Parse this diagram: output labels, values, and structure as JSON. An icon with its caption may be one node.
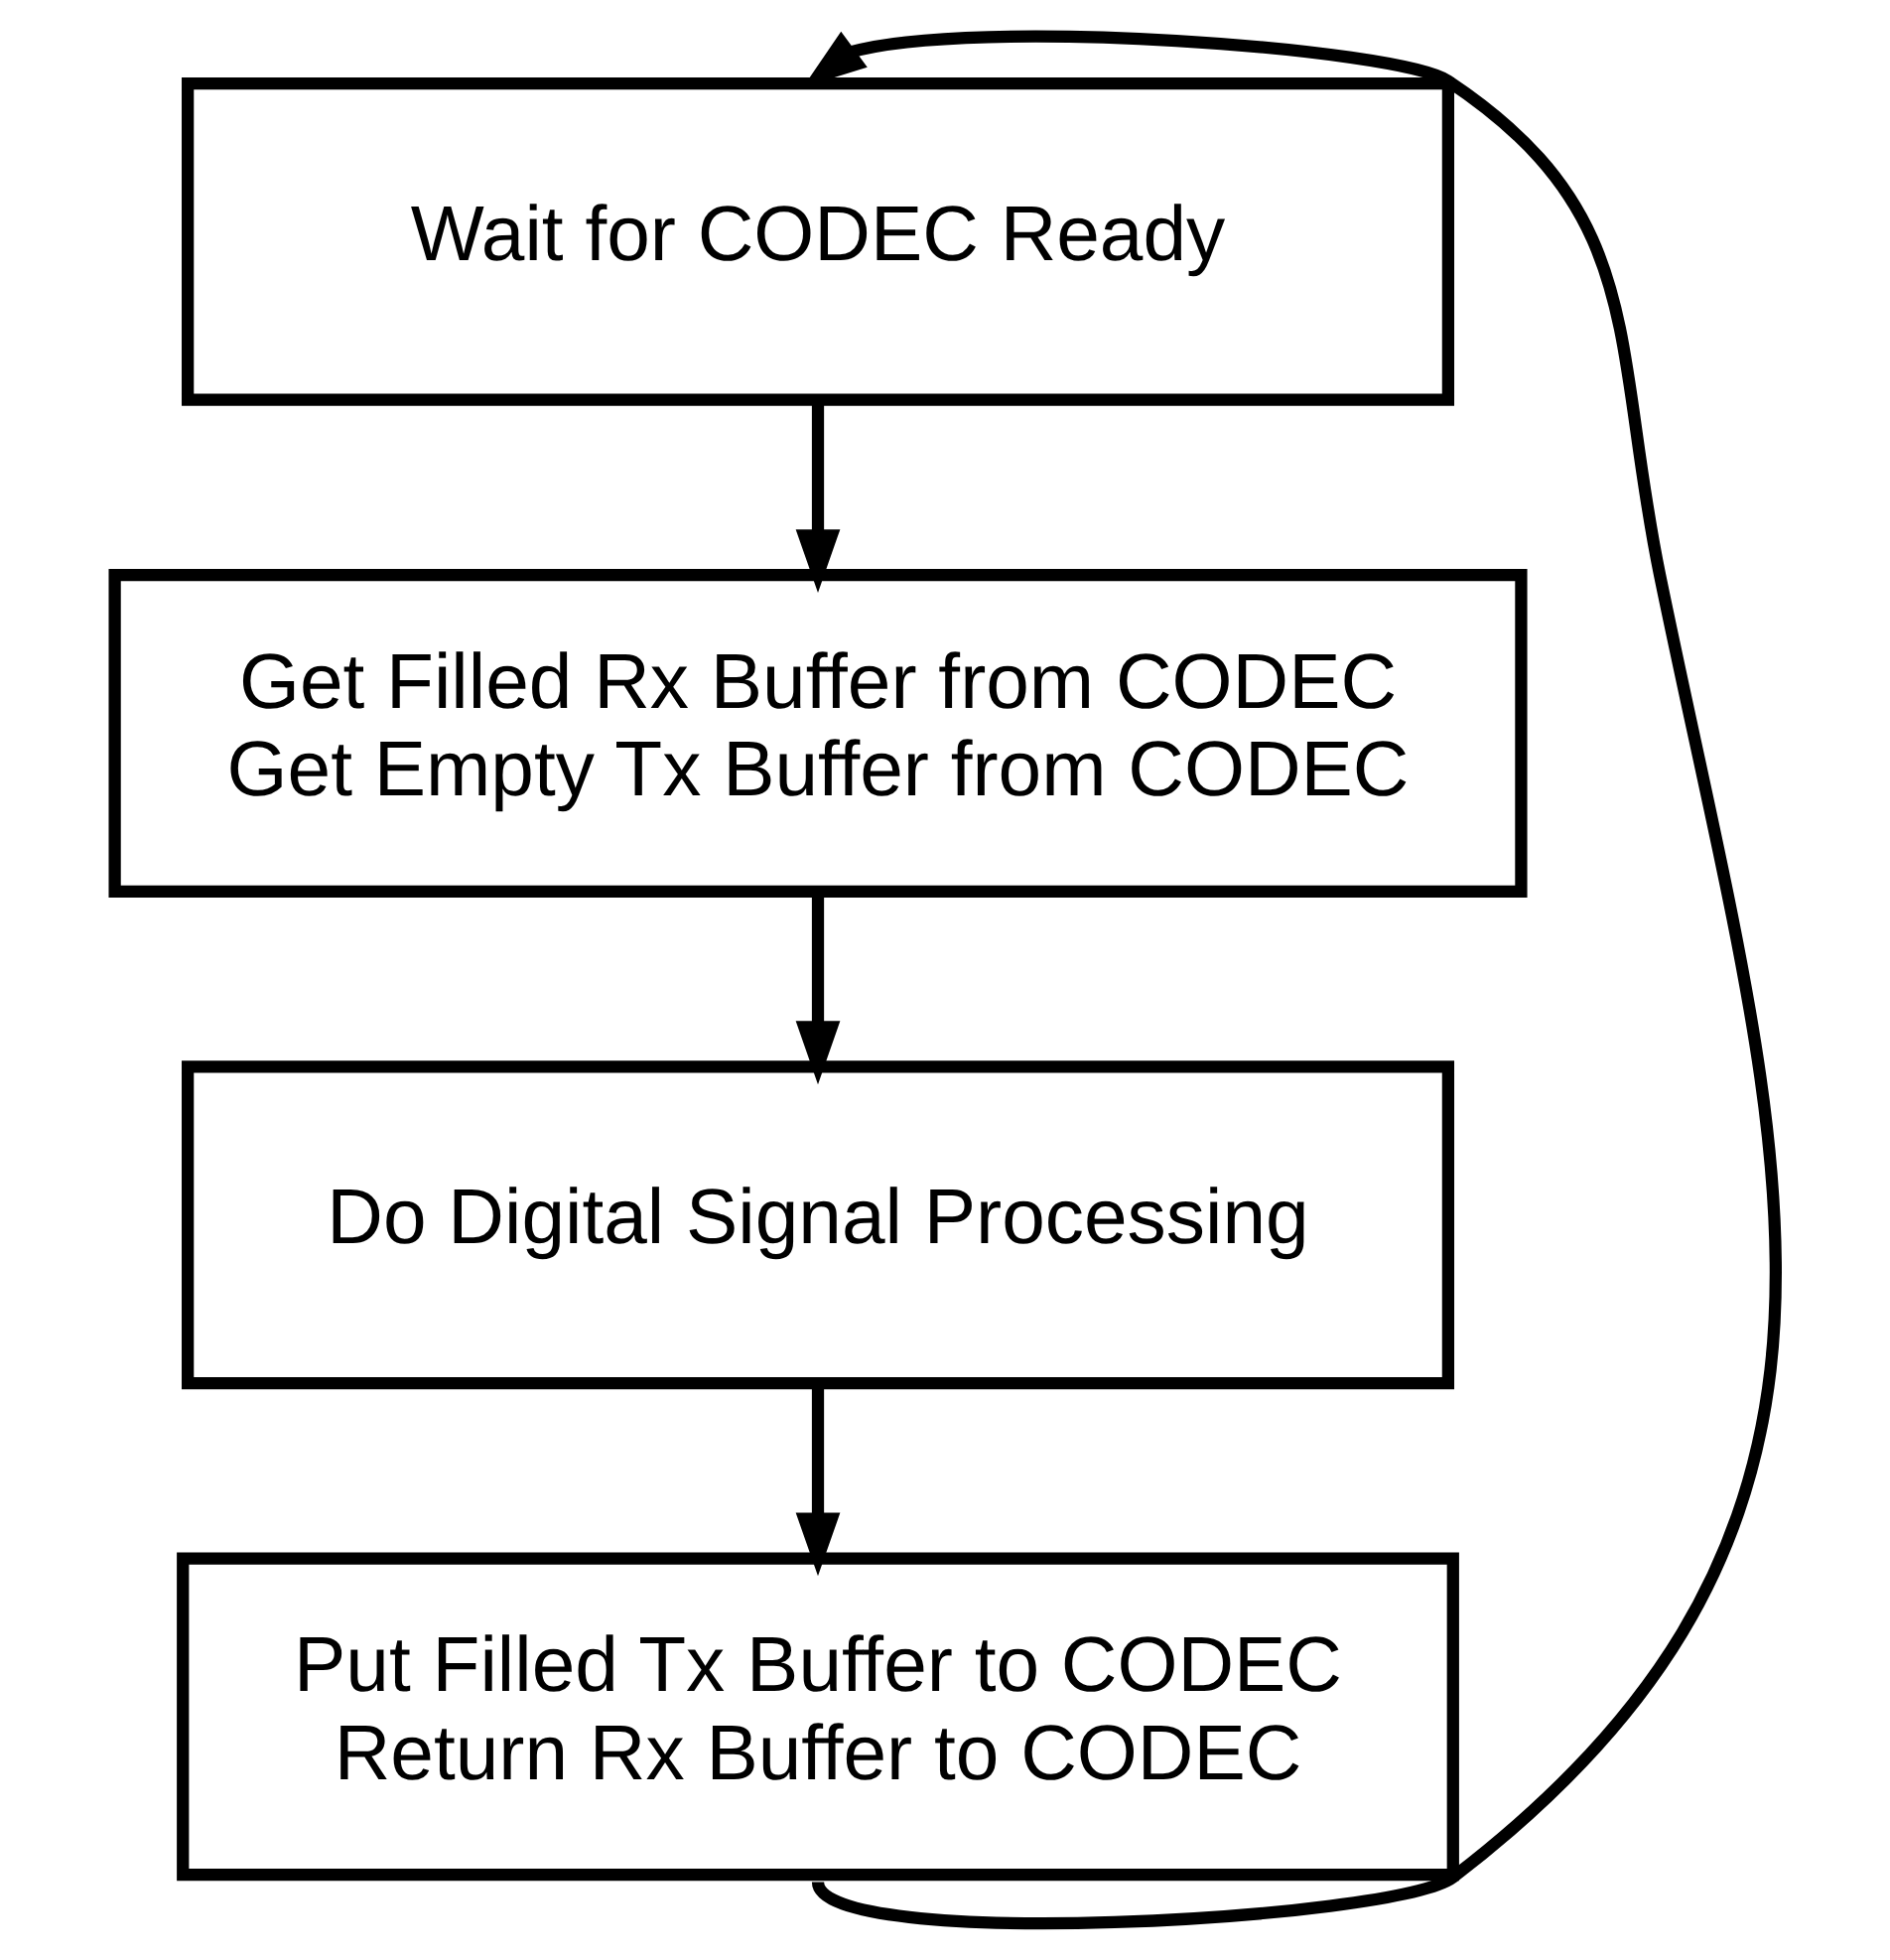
{
  "diagram": {
    "nodes": [
      {
        "text": [
          "Wait for CODEC Ready"
        ]
      },
      {
        "text": [
          "Get Filled Rx Buffer from CODEC",
          "Get Empty Tx Buffer from CODEC"
        ]
      },
      {
        "text": [
          "Do Digital Signal Processing"
        ]
      },
      {
        "text": [
          "Put Filled Tx Buffer to CODEC",
          "Return Rx Buffer to CODEC"
        ]
      }
    ],
    "edges": [
      {
        "from": 0,
        "to": 1,
        "arrow": "to"
      },
      {
        "from": 1,
        "to": 2,
        "arrow": "to"
      },
      {
        "from": 2,
        "to": 3,
        "arrow": "to"
      },
      {
        "from": 3,
        "to": 0,
        "arrow": "to"
      }
    ]
  }
}
